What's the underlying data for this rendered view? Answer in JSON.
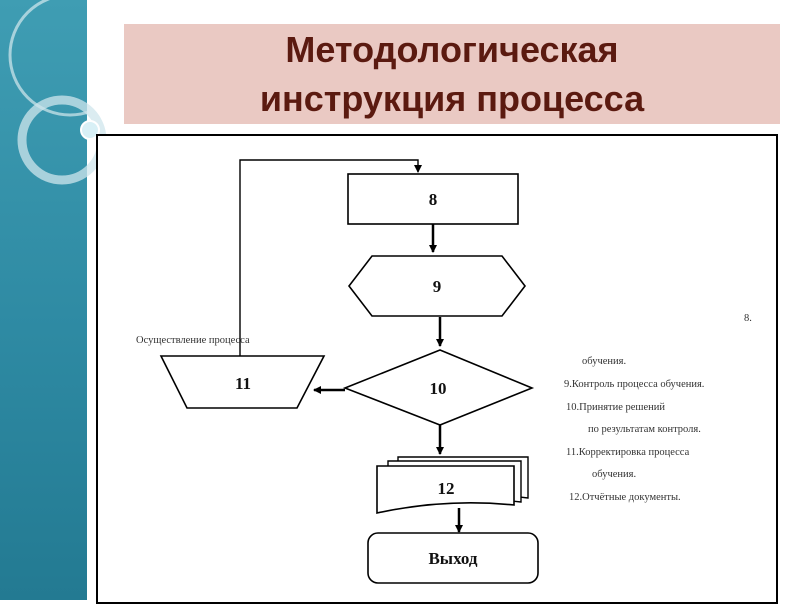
{
  "title": "Методологическая\nинструкция процесса",
  "nodes": {
    "n8": "8",
    "n9": "9",
    "n10": "10",
    "n11": "11",
    "n12": "12",
    "exit": "Выход"
  },
  "labels": {
    "process_label": "Осуществление процесса",
    "legend_number": "8.",
    "legend_lines": [
      "обучения.",
      "9.Контроль процесса обучения.",
      "10.Принятие решений",
      "по результатам контроля.",
      "11.Корректировка процесса",
      "обучения.",
      "12.Отчётные документы."
    ]
  },
  "colors": {
    "band": "#2e8aa3",
    "title_bg": "#eac9c3",
    "title_text": "#5b1a10"
  }
}
